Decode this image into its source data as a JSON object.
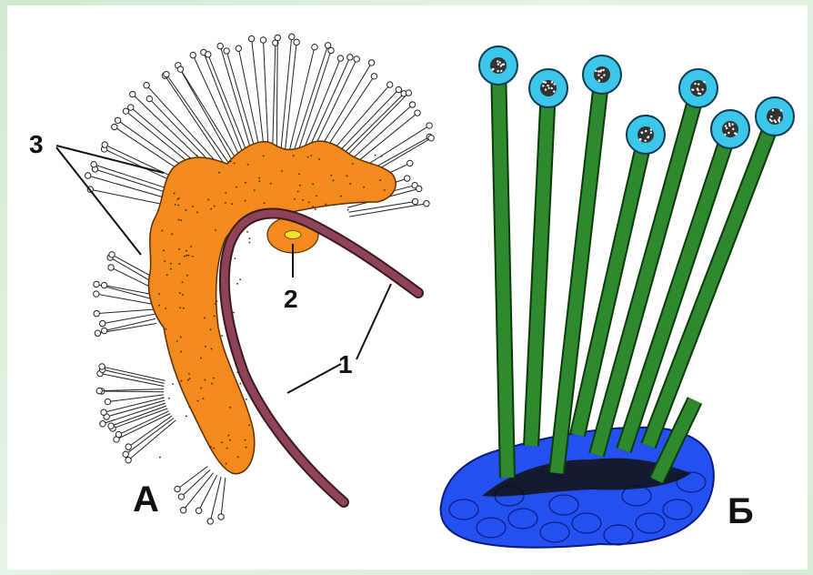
{
  "figure": {
    "panel_a": {
      "letter": "А",
      "labels": {
        "callout_1": "1",
        "callout_2": "2",
        "callout_3": "3"
      },
      "colors": {
        "body": "#f28a1e",
        "stalk": "#8e4456",
        "nucleus": "#f6e12a",
        "tentacle": "#222222"
      }
    },
    "panel_b": {
      "letter": "Б",
      "colors": {
        "base": "#2450f0",
        "stalk": "#2f8a2f",
        "knob": "#3cc6ea",
        "knob_center": "#333333"
      }
    }
  }
}
